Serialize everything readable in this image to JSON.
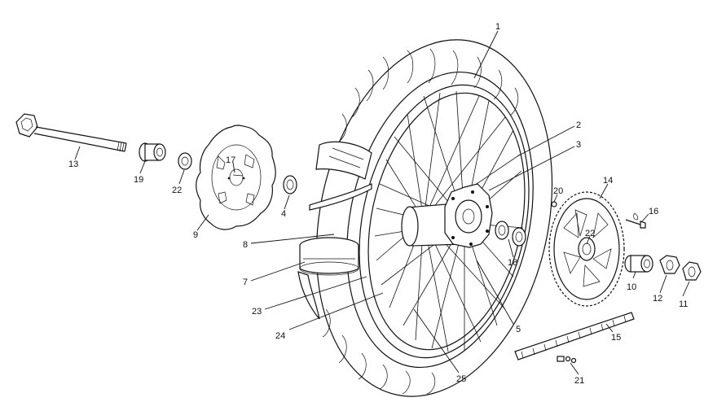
{
  "diagram": {
    "callouts": [
      {
        "id": "1",
        "label": "1"
      },
      {
        "id": "2",
        "label": "2"
      },
      {
        "id": "3",
        "label": "3"
      },
      {
        "id": "4",
        "label": "4"
      },
      {
        "id": "5",
        "label": "5"
      },
      {
        "id": "7",
        "label": "7"
      },
      {
        "id": "8",
        "label": "8"
      },
      {
        "id": "9",
        "label": "9"
      },
      {
        "id": "10",
        "label": "10"
      },
      {
        "id": "11",
        "label": "11"
      },
      {
        "id": "12",
        "label": "12"
      },
      {
        "id": "13",
        "label": "13"
      },
      {
        "id": "14",
        "label": "14"
      },
      {
        "id": "15",
        "label": "15"
      },
      {
        "id": "16",
        "label": "16"
      },
      {
        "id": "17",
        "label": "17"
      },
      {
        "id": "18",
        "label": "18"
      },
      {
        "id": "19",
        "label": "19"
      },
      {
        "id": "20",
        "label": "20"
      },
      {
        "id": "21",
        "label": "21"
      },
      {
        "id": "22a",
        "label": "22"
      },
      {
        "id": "22b",
        "label": "22"
      },
      {
        "id": "23",
        "label": "23"
      },
      {
        "id": "24",
        "label": "24"
      },
      {
        "id": "25",
        "label": "25"
      }
    ]
  }
}
